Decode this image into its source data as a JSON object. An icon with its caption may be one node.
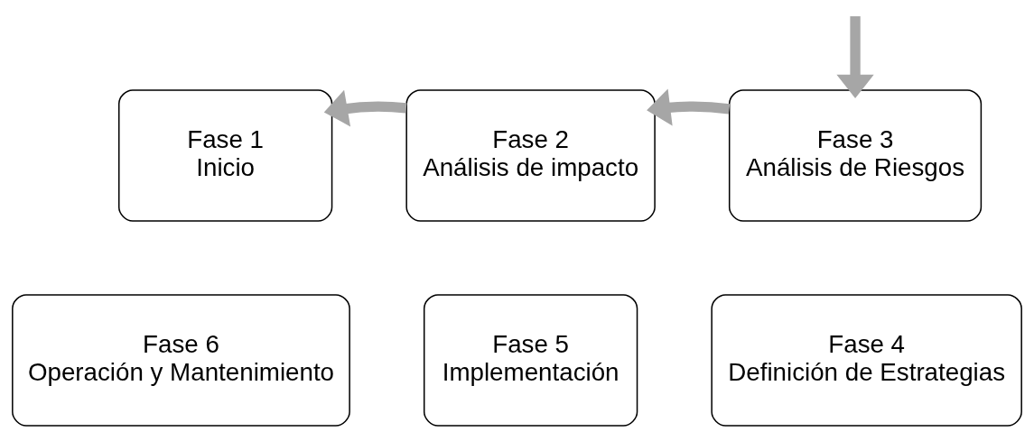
{
  "diagram": {
    "nodes": [
      {
        "text": [
          "Fase 1",
          "Inicio"
        ]
      },
      {
        "text": [
          "Fase 2",
          "Análisis de impacto"
        ]
      },
      {
        "text": [
          "Fase 3",
          "Análisis de Riesgos"
        ]
      },
      {
        "text": [
          "Fase 4",
          "Definición de Estrategias"
        ]
      },
      {
        "text": [
          "Fase 5",
          "Implementación"
        ]
      },
      {
        "text": [
          "Fase 6",
          "Operación y Mantenimiento"
        ]
      }
    ],
    "edges": [
      {
        "from": 1,
        "to": 0,
        "arrow": "to",
        "color": "#a6a6a6"
      },
      {
        "from": 2,
        "to": 1,
        "arrow": "to",
        "color": "#a6a6a6"
      },
      {
        "from": null,
        "to": 2,
        "arrow": "to",
        "color": "#a6a6a6"
      }
    ]
  }
}
